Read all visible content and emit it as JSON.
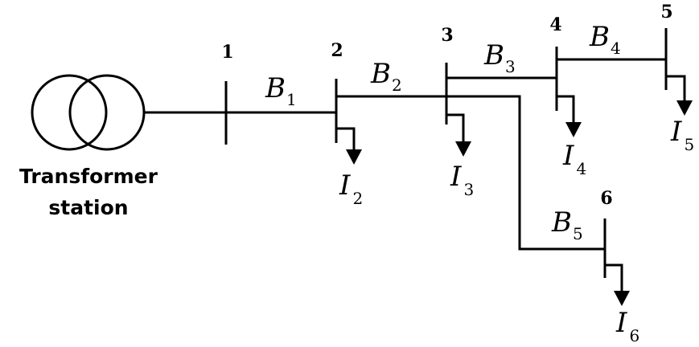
{
  "transformer": {
    "line1": "Transformer",
    "line2": "station"
  },
  "nodes": [
    {
      "id": "1",
      "label": "1"
    },
    {
      "id": "2",
      "label": "2"
    },
    {
      "id": "3",
      "label": "3"
    },
    {
      "id": "4",
      "label": "4"
    },
    {
      "id": "5",
      "label": "5"
    },
    {
      "id": "6",
      "label": "6"
    }
  ],
  "branches": [
    {
      "sym": "B",
      "sub": "1"
    },
    {
      "sym": "B",
      "sub": "2"
    },
    {
      "sym": "B",
      "sub": "3"
    },
    {
      "sym": "B",
      "sub": "4"
    },
    {
      "sym": "B",
      "sub": "5"
    }
  ],
  "loads": [
    {
      "sym": "I",
      "sub": "2"
    },
    {
      "sym": "I",
      "sub": "3"
    },
    {
      "sym": "I",
      "sub": "4"
    },
    {
      "sym": "I",
      "sub": "5"
    },
    {
      "sym": "I",
      "sub": "6"
    }
  ]
}
